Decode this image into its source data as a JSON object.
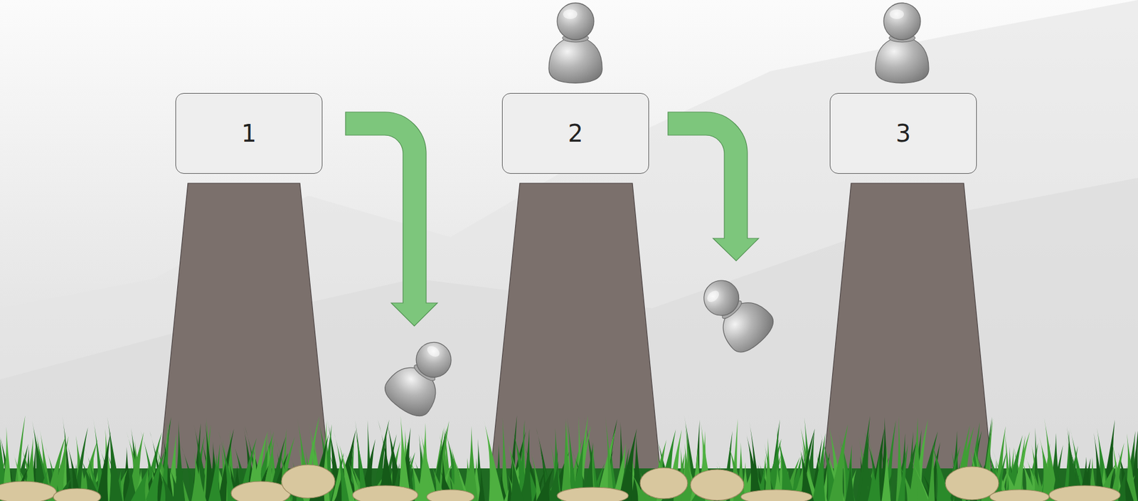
{
  "diagram": {
    "nodes": [
      {
        "text": [
          "1"
        ]
      },
      {
        "text": [
          "2"
        ]
      },
      {
        "text": [
          "3"
        ]
      }
    ]
  }
}
